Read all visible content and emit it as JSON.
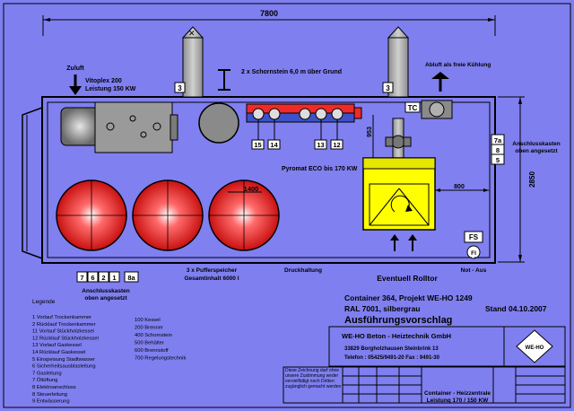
{
  "dimensions": {
    "width_label": "7800",
    "height_label": "2850",
    "dim_953": "953",
    "dim_800": "800",
    "dim_1400": "1400"
  },
  "top_labels": {
    "zuluft": "Zuluft",
    "vitoplex_line1": "Vitoplex 200",
    "vitoplex_line2": "Leistung 150 KW",
    "schornstein": "2 x Schornstein 6,0 m über Grund",
    "abluft": "Abluft als freie Kühlung",
    "tag_3_left": "3",
    "tag_3_right": "3",
    "tc": "TC"
  },
  "pipe_numbers": [
    "15",
    "14",
    "13",
    "12"
  ],
  "right_labels": {
    "anschlusskasten_line1": "Anschlusskasten",
    "anschlusskasten_line2": "oben angesetzt",
    "tags": [
      "7a",
      "8",
      "5"
    ],
    "fs": "FS",
    "fi": "FI",
    "not_aus": "Not - Aus"
  },
  "inner_labels": {
    "pyromat": "Pyromat ECO  bis 170 KW",
    "puffer_line1": "3 x Pufferspeicher",
    "puffer_line2": "Gesamtinhalt 6000 l",
    "druckhaltung": "Druckhaltung",
    "rolltor": "Eventuell Rolltor"
  },
  "bottom_tags": [
    "7",
    "6",
    "2",
    "1",
    "8a"
  ],
  "anschluss_bottom_line1": "Anschlusskasten",
  "anschluss_bottom_line2": "oben angesetzt",
  "legend": {
    "title": "Legende",
    "left_items": [
      "1  Vorlauf Trockenkammer",
      "2  Rücklauf Trockenkammer",
      "11 Vorlauf Stückholzkessel",
      "12 Rücklauf Stückholzkessel",
      "13 Vorlauf Gaskessel",
      "14 Rücklauf Gaskessel",
      "5  Einspeisung Stadtwasser",
      "6  Sicherheitsausblasleitung",
      "7  Gasleitung",
      "7  Öltüftung",
      "8  Elektroanschluss",
      "8  Steuerleitung",
      "9  Entwässerung"
    ],
    "right_items": [
      "100  Kessel",
      "200  Brenner",
      "400  Schornstein",
      "500  Behälter",
      "600  Brennstoff",
      "700  Regelungstechnik"
    ]
  },
  "title_block": {
    "line1": "Container 364, Projekt WE-HO 1249",
    "line2": "RAL 7001, silbergrau",
    "stand": "Stand 04.10.2007",
    "heading": "Ausführungsvorschlag",
    "company": "WE-HO  Beton - Heiztechnik GmbH",
    "address": "33829 Borgholzhausen   Steinbrink 13",
    "phone": "Telefon : 05425/9491-20   Fax : 9491-30",
    "logo": "WE-HO",
    "note_text": "Diese Zeichnung darf ohne unsere Zustimmung weder vervielfältigt noch Dritten zugänglich gemacht werden",
    "bottom_line1": "Container - Heizzentrale",
    "bottom_line2": "Leistung 170 / 150  KW"
  },
  "colors": {
    "background": "#7f7ff0",
    "buffer_red": "#cc1111",
    "buffer_center": "#ffffff",
    "pyromat_yellow": "#ffff00",
    "boiler_gray": "#9a9a9a",
    "pipe_gray": "#a8a8a8",
    "manifold_red": "#ee2a2a",
    "manifold_blue": "#3e52c8"
  }
}
